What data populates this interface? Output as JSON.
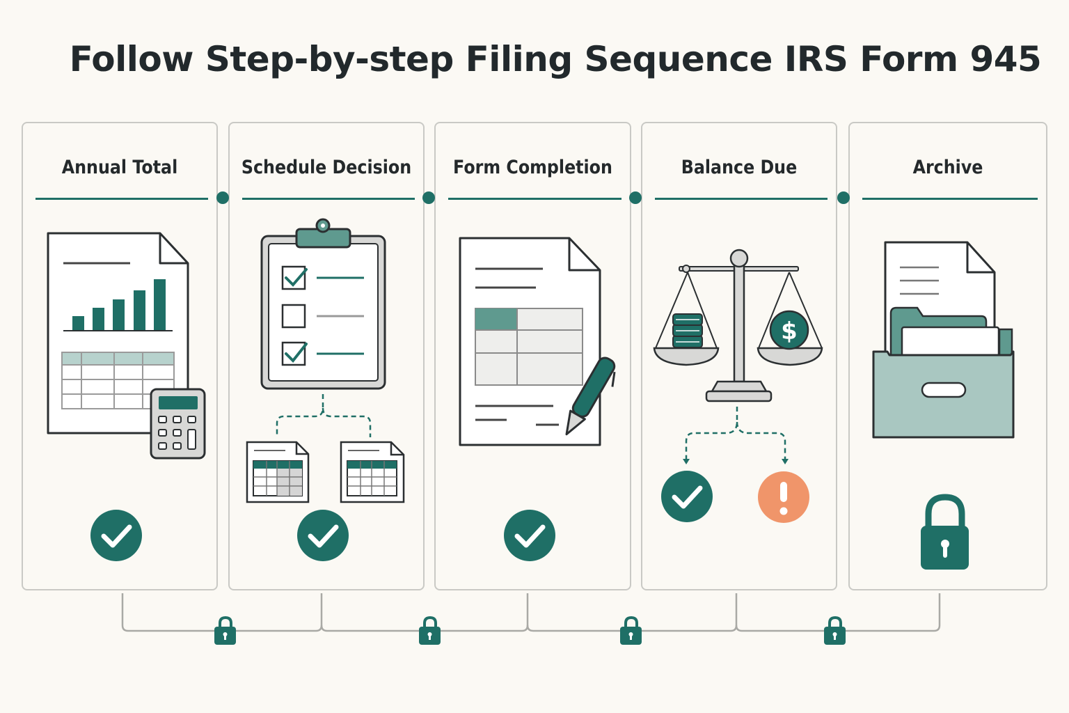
{
  "title": "Follow Step-by-step Filing Sequence IRS Form 945",
  "steps": [
    {
      "label": "Annual Total",
      "status": "complete"
    },
    {
      "label": "Schedule Decision",
      "status": "complete"
    },
    {
      "label": "Form Completion",
      "status": "complete"
    },
    {
      "label": "Balance Due",
      "status": "complete-or-warning"
    },
    {
      "label": "Archive",
      "status": "locked"
    }
  ],
  "colors": {
    "accent": "#1f6f66",
    "accent_light": "#5f9a8f",
    "muted_fill": "#a9c7c1",
    "warning": "#f0956a",
    "border": "#c9c9c5",
    "background": "#fbf9f4"
  },
  "icons": {
    "step1": [
      "document-bar-chart-icon",
      "calculator-icon",
      "check-circle-icon"
    ],
    "step2": [
      "clipboard-checklist-icon",
      "table-document-icon",
      "check-circle-icon"
    ],
    "step3": [
      "form-document-icon",
      "pen-icon",
      "check-circle-icon"
    ],
    "step4": [
      "balance-scale-icon",
      "coin-stack-icon",
      "dollar-coin-icon",
      "check-circle-icon",
      "warning-circle-icon"
    ],
    "step5": [
      "document-icon",
      "file-drawer-icon",
      "padlock-icon"
    ],
    "connectors": [
      "lock-icon",
      "lock-icon",
      "lock-icon",
      "lock-icon"
    ]
  }
}
